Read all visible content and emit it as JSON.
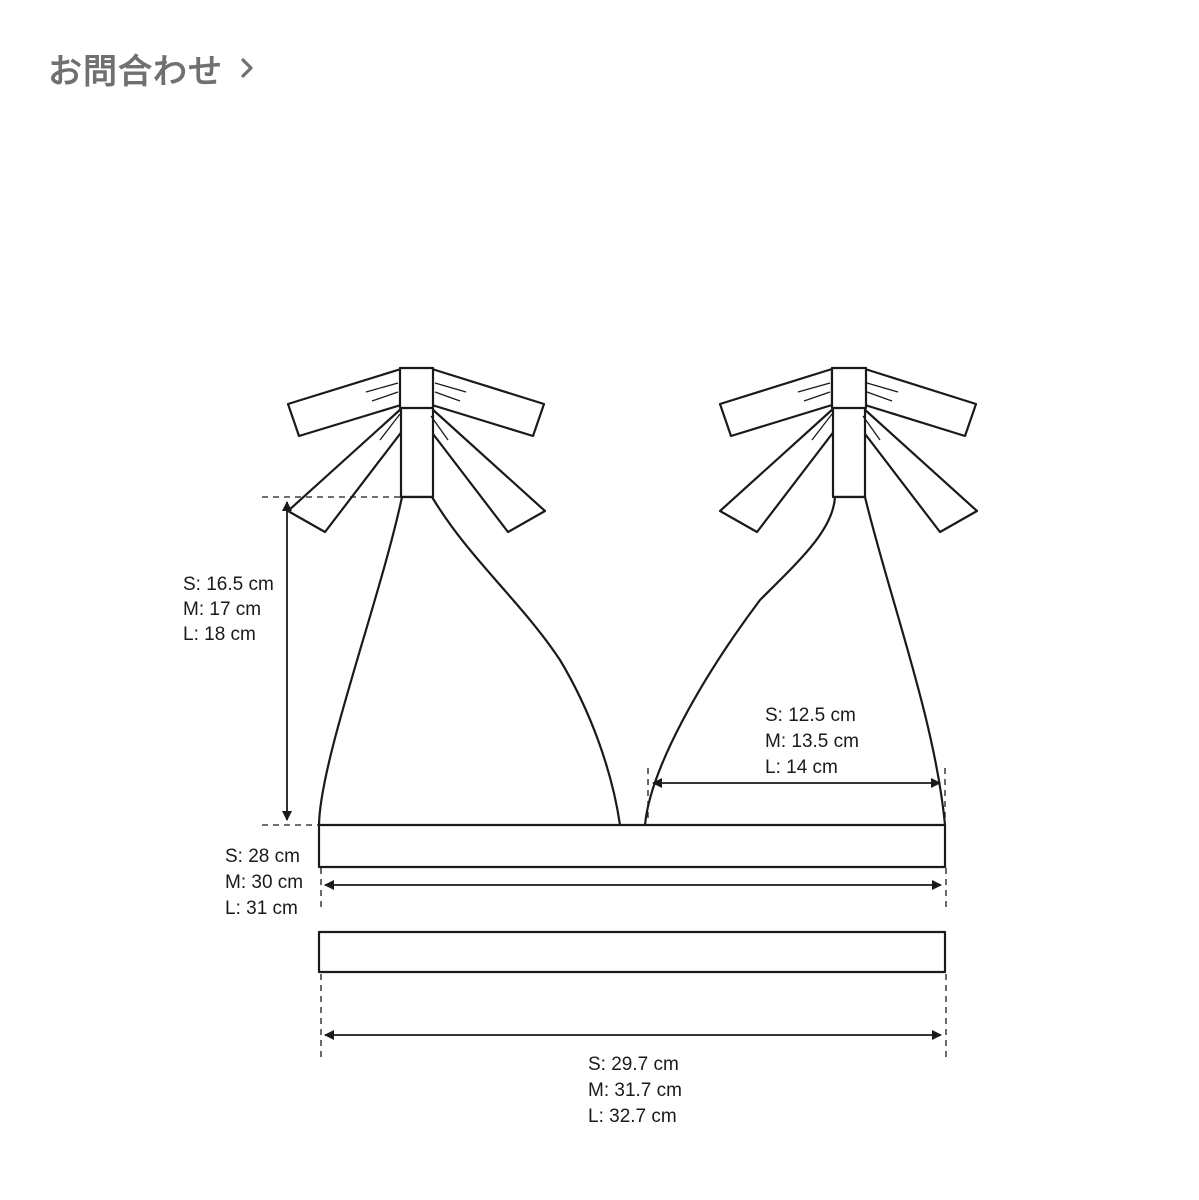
{
  "header": {
    "contact_label": "お問合わせ",
    "chevron_icon": "chevron-right-icon",
    "text_color": "#707070"
  },
  "diagram": {
    "line_color": "#1a1a1a",
    "strap_length": {
      "s": "S: 16.5 cm",
      "m": "M: 17 cm",
      "l": "L: 18 cm"
    },
    "cup_width": {
      "s": "S: 12.5 cm",
      "m": "M: 13.5 cm",
      "l": "L: 14 cm"
    },
    "top_width": {
      "s": "S: 28 cm",
      "m": "M: 30 cm",
      "l": "L: 31 cm"
    },
    "band_width": {
      "s": "S: 29.7 cm",
      "m": "M: 31.7 cm",
      "l": "L: 32.7 cm"
    }
  }
}
